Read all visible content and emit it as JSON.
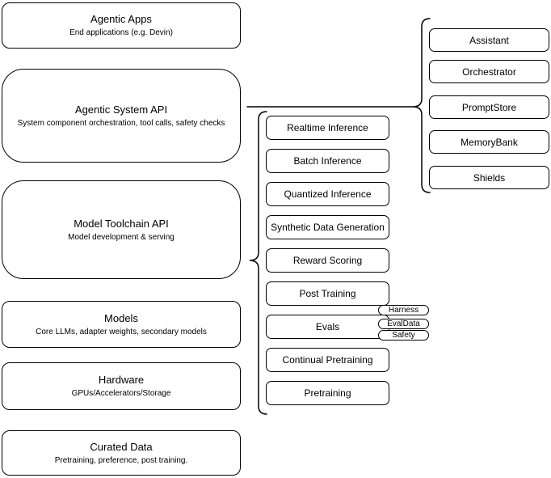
{
  "diagram": {
    "stack": [
      {
        "title": "Agentic Apps",
        "subtitle": "End applications (e.g. Devin)"
      },
      {
        "title": "Agentic System API",
        "subtitle": "System component orchestration, tool calls, safety checks"
      },
      {
        "title": "Model Toolchain API",
        "subtitle": "Model development & serving"
      },
      {
        "title": "Models",
        "subtitle": "Core LLMs, adapter weights, secondary models"
      },
      {
        "title": "Hardware",
        "subtitle": "GPUs/Accelerators/Storage"
      },
      {
        "title": "Curated Data",
        "subtitle": "Pretraining, preference, post training."
      }
    ],
    "toolchain": {
      "items": [
        "Realtime Inference",
        "Batch Inference",
        "Quantized Inference",
        "Synthetic Data Generation",
        "Reward Scoring",
        "Post Training",
        "Evals",
        "Continual Pretraining",
        "Pretraining"
      ]
    },
    "evals": {
      "pills": [
        "Harness",
        "EvalData",
        "Safety"
      ]
    },
    "system": {
      "items": [
        "Assistant",
        "Orchestrator",
        "PromptStore",
        "MemoryBank",
        "Shields"
      ]
    },
    "colors": {
      "stroke": "#000000",
      "background": "#ffffff",
      "text": "#000000"
    }
  }
}
